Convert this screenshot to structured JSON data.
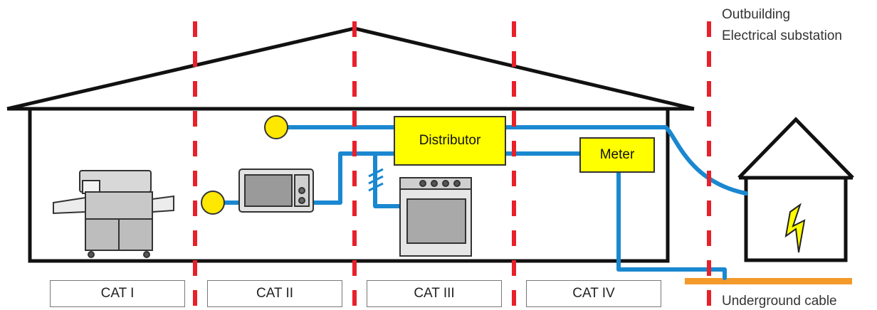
{
  "labels": {
    "outbuilding": "Outbuilding",
    "substation": "Electrical substation",
    "underground_cable": "Underground cable",
    "distributor": "Distributor",
    "meter": "Meter"
  },
  "categories": [
    "CAT I",
    "CAT II",
    "CAT III",
    "CAT IV"
  ],
  "colors": {
    "wire": "#1a88d0",
    "divider": "#e8202a",
    "box_fill": "#ffff00",
    "cable": "#f39a2b",
    "outline": "#111111"
  }
}
